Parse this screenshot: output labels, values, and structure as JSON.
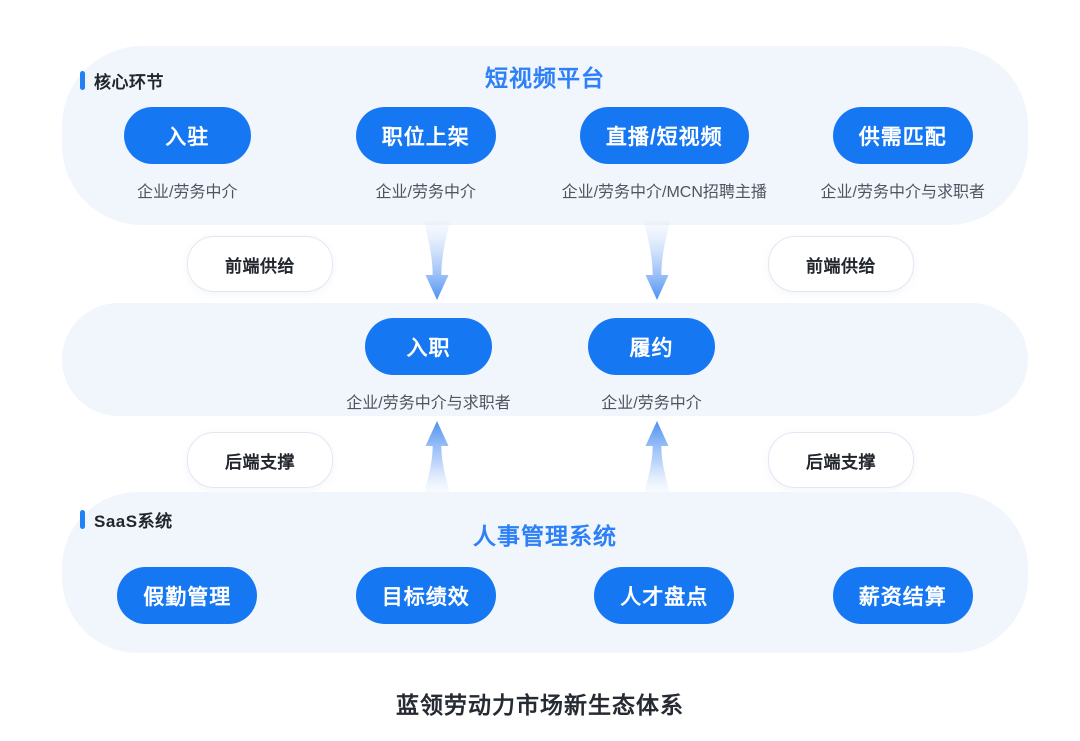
{
  "colors": {
    "accent_blue": "#1677f2",
    "title_blue": "#2e80f6",
    "panel_bg": "#f1f5fc",
    "subtitle_gray": "#4f5560",
    "dark_text": "#21252c"
  },
  "top_section": {
    "label": "核心环节",
    "title": "短视频平台",
    "items": [
      {
        "pill": "入驻",
        "subtitle": "企业/劳务中介"
      },
      {
        "pill": "职位上架",
        "subtitle": "企业/劳务中介"
      },
      {
        "pill": "直播/短视频",
        "subtitle": "企业/劳务中介/MCN招聘主播"
      },
      {
        "pill": "供需匹配",
        "subtitle": "企业/劳务中介与求职者"
      }
    ]
  },
  "connectors": {
    "front_supply": [
      "前端供给",
      "前端供给"
    ],
    "back_support": [
      "后端支撑",
      "后端支撑"
    ]
  },
  "middle_section": {
    "items": [
      {
        "pill": "入职",
        "subtitle": "企业/劳务中介与求职者"
      },
      {
        "pill": "履约",
        "subtitle": "企业/劳务中介"
      }
    ]
  },
  "bottom_section": {
    "label": "SaaS系统",
    "title": "人事管理系统",
    "items": [
      "假勤管理",
      "目标绩效",
      "人才盘点",
      "薪资结算"
    ]
  },
  "caption": "蓝领劳动力市场新生态体系"
}
